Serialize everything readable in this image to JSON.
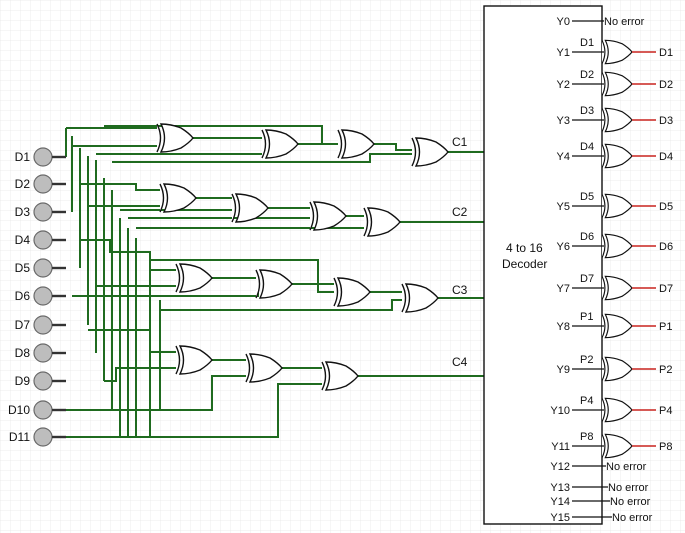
{
  "inputs": [
    "D1",
    "D2",
    "D3",
    "D4",
    "D5",
    "D6",
    "D7",
    "D8",
    "D9",
    "D10",
    "D11"
  ],
  "checks": [
    "C1",
    "C2",
    "C3",
    "C4"
  ],
  "decoder": {
    "title_line1": "4 to 16",
    "title_line2": "Decoder"
  },
  "outputs_pins": [
    "Y0",
    "Y1",
    "Y2",
    "Y3",
    "Y4",
    "Y5",
    "Y6",
    "Y7",
    "Y8",
    "Y9",
    "Y10",
    "Y11",
    "Y12",
    "Y13",
    "Y14",
    "Y15"
  ],
  "no_error_label": "No error",
  "correctors": [
    {
      "pin": "Y1",
      "gate_in": "D1",
      "out": "D1"
    },
    {
      "pin": "Y2",
      "gate_in": "D2",
      "out": "D2"
    },
    {
      "pin": "Y3",
      "gate_in": "D3",
      "out": "D3"
    },
    {
      "pin": "Y4",
      "gate_in": "D4",
      "out": "D4"
    },
    {
      "pin": "Y5",
      "gate_in": "D5",
      "out": "D5"
    },
    {
      "pin": "Y6",
      "gate_in": "D6",
      "out": "D6"
    },
    {
      "pin": "Y7",
      "gate_in": "D7",
      "out": "D7"
    },
    {
      "pin": "Y8",
      "gate_in": "P1",
      "out": "P1"
    },
    {
      "pin": "Y9",
      "gate_in": "P2",
      "out": "P2"
    },
    {
      "pin": "Y10",
      "gate_in": "P4",
      "out": "P4"
    },
    {
      "pin": "Y11",
      "gate_in": "P8",
      "out": "P8"
    }
  ],
  "colors": {
    "wire": "#1f6b1f",
    "output_wire": "#c8241f",
    "input_led": "#bdbdbd",
    "grid": "#e6e6e6"
  }
}
